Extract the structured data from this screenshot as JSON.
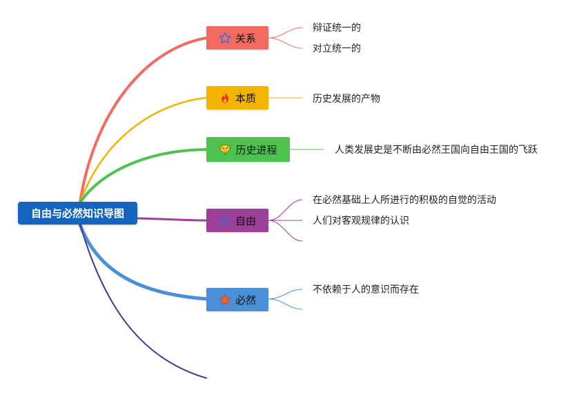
{
  "root": {
    "label": "自由与必然知识导图",
    "color": "#1565c0"
  },
  "branches": [
    {
      "label": "关系",
      "icon": "star-outline-icon",
      "color": "#f46a5e",
      "children": [
        "辩证统一的",
        "对立统一的"
      ]
    },
    {
      "label": "本质",
      "icon": "flame-icon",
      "color": "#f4b400",
      "children": [
        "历史发展的产物"
      ]
    },
    {
      "label": "历史进程",
      "icon": "diamond-icon",
      "color": "#4ec24e",
      "children": [
        "人类发展史是不断由必然王国向自由王国的飞跃"
      ]
    },
    {
      "label": "自由",
      "icon": "star-outline-icon",
      "color": "#9b3f97",
      "children": [
        "在必然基础上人所进行的积极的自觉的活动",
        "人们对客观规律的认识",
        ""
      ]
    },
    {
      "label": "必然",
      "icon": "star-filled-icon",
      "color": "#4a90d9",
      "children": [
        "不依赖于人的意识而存在",
        ""
      ]
    },
    {
      "label": "",
      "icon": "",
      "color": "#4a3a8c",
      "children": []
    }
  ]
}
